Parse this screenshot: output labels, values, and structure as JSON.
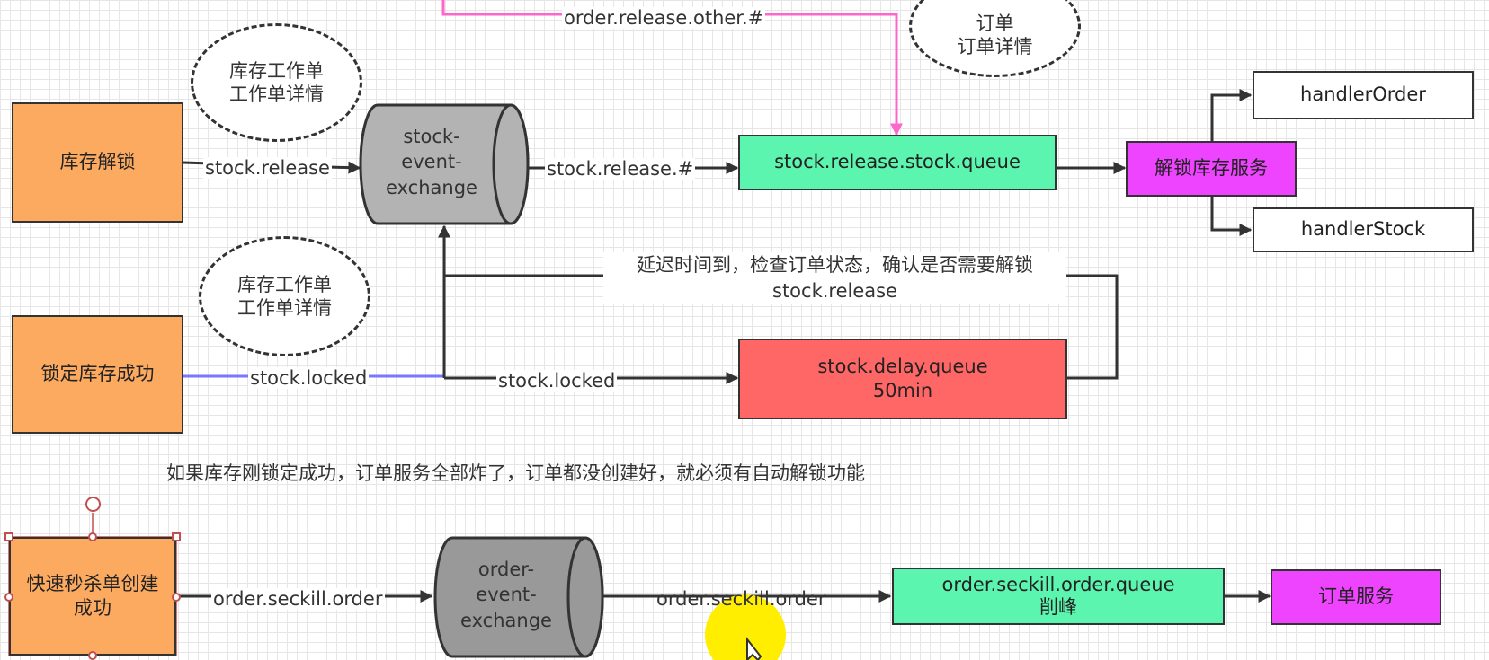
{
  "nodes": {
    "inventory_unlock": "库存解锁",
    "lock_success": "锁定库存成功",
    "seckill_created": "快速秒杀单创建成功",
    "stock_exchange": "stock-\nevent-\nexchange",
    "order_exchange": "order-\nevent-\nexchange",
    "release_queue": "stock.release.stock.queue",
    "delay_queue": "stock.delay.queue\n50min",
    "unlock_service": "解锁库存服务",
    "handler_order": "handlerOrder",
    "handler_stock": "handlerStock",
    "seckill_queue": "order.seckill.order.queue\n削峰",
    "order_service": "订单服务"
  },
  "notes": {
    "order_note": "订单\n订单详情",
    "stock_note_1": "库存工作单\n工作单详情",
    "stock_note_2": "库存工作单\n工作单详情"
  },
  "edges": {
    "order_release_other": "order.release.other.#",
    "stock_release_1": "stock.release",
    "stock_release_hash": "stock.release.#",
    "stock_locked_1": "stock.locked",
    "stock_locked_2": "stock.locked",
    "delay_check_line1": "延迟时间到，检查订单状态，确认是否需要解锁",
    "delay_check_line2": "stock.release",
    "seckill_order_1": "order.seckill.order",
    "seckill_order_2": "order.seckill.order"
  },
  "caption": "如果库存刚锁定成功，订单服务全部炸了，订单都没创建好，就必须有自动解锁功能",
  "colors": {
    "orange": "#fbaa60",
    "green": "#5cf5b0",
    "red": "#ff6666",
    "magenta": "#ee44ff",
    "pink_line": "#ff66cc",
    "blue_line": "#7777ff",
    "cursor_highlight": "#ffee00"
  }
}
